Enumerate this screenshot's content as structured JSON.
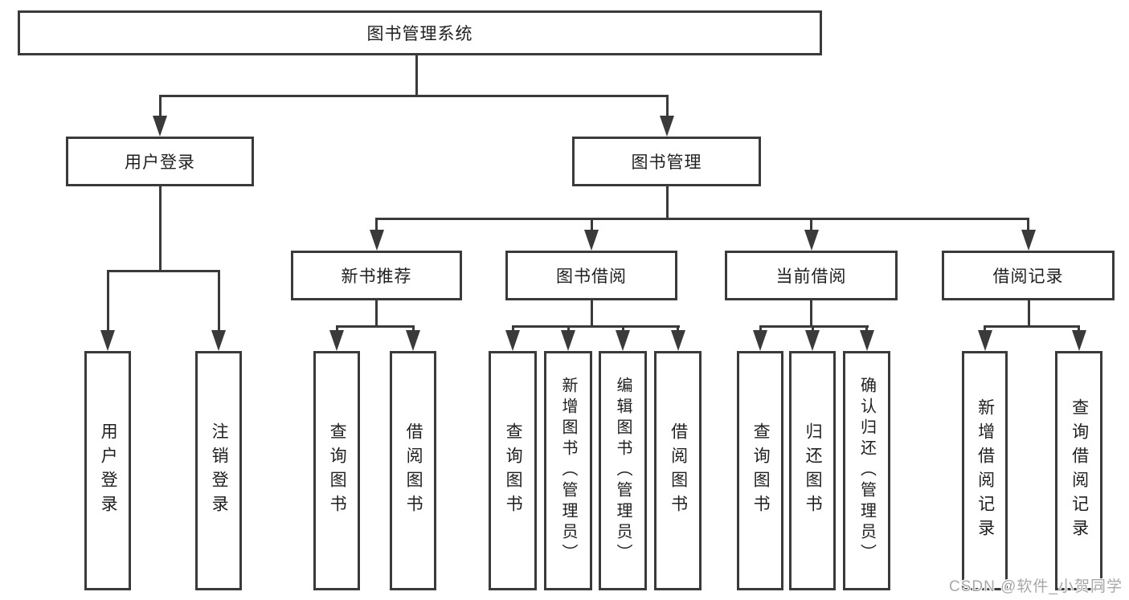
{
  "diagram": {
    "root": {
      "label": "图书管理系统"
    },
    "level2": {
      "user_login": {
        "label": "用户登录"
      },
      "book_mgmt": {
        "label": "图书管理"
      }
    },
    "level3": {
      "new_books": {
        "label": "新书推荐"
      },
      "borrowing": {
        "label": "图书借阅"
      },
      "current": {
        "label": "当前借阅"
      },
      "records": {
        "label": "借阅记录"
      }
    },
    "leaves": {
      "user_login": [
        "用户登录",
        "注销登录"
      ],
      "new_books": [
        "查询图书",
        "借阅图书"
      ],
      "borrowing": [
        "查询图书",
        "新增图书（管理员）",
        "编辑图书（管理员）",
        "借阅图书"
      ],
      "current": [
        "查询图书",
        "归还图书",
        "确认归还（管理员）"
      ],
      "records": [
        "新增借阅记录",
        "查询借阅记录"
      ]
    }
  },
  "watermark": {
    "text": "CSDN @软件_小贺同学"
  },
  "colors": {
    "line": "#3a3a3a",
    "text": "#1f1f1f",
    "box_bg": "#ffffff",
    "watermark": "#a8a8a8"
  }
}
